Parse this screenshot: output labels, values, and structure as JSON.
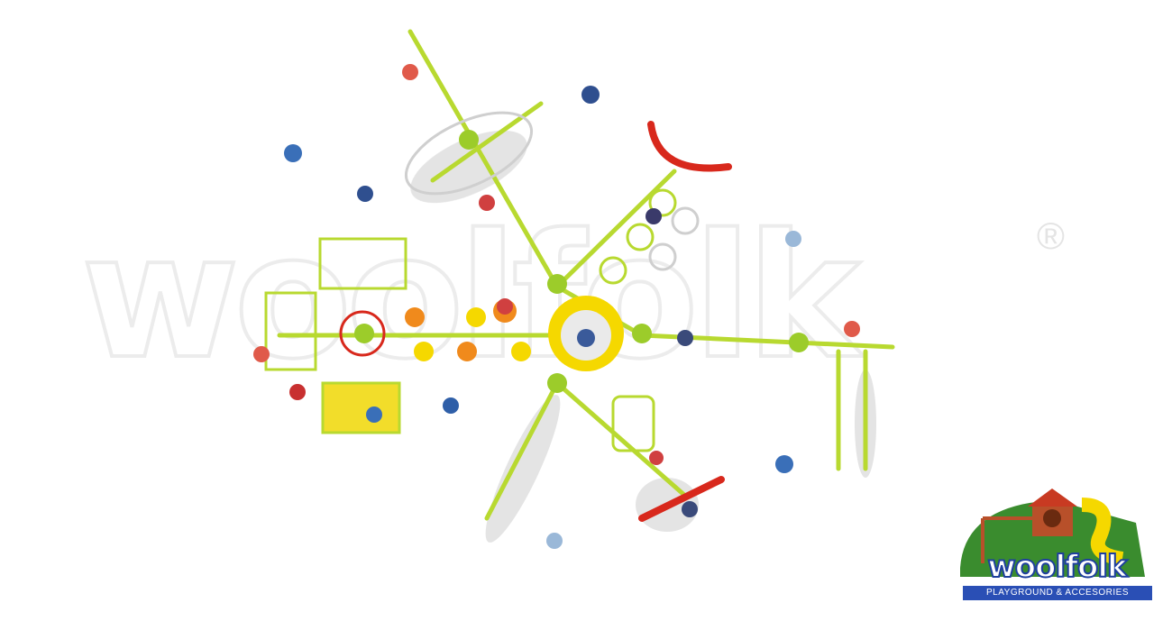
{
  "image": {
    "description": "Top-down 3D render of a star-shaped playground structure with children playing",
    "watermark_text": "woolfolk",
    "watermark_registered": "®"
  },
  "logo": {
    "brand": "woolfolk",
    "tagline": "PLAYGROUND & ACCESORIES",
    "registered": "®"
  },
  "colors": {
    "frame_green": "#b8d930",
    "node_green": "#9ccc2a",
    "accent_yellow": "#f5d800",
    "accent_orange": "#f08a1c",
    "accent_red": "#d8281c",
    "shadow_gray": "#dcdcdc",
    "logo_blue": "#2a4fb5",
    "logo_green": "#3a8c2e"
  }
}
